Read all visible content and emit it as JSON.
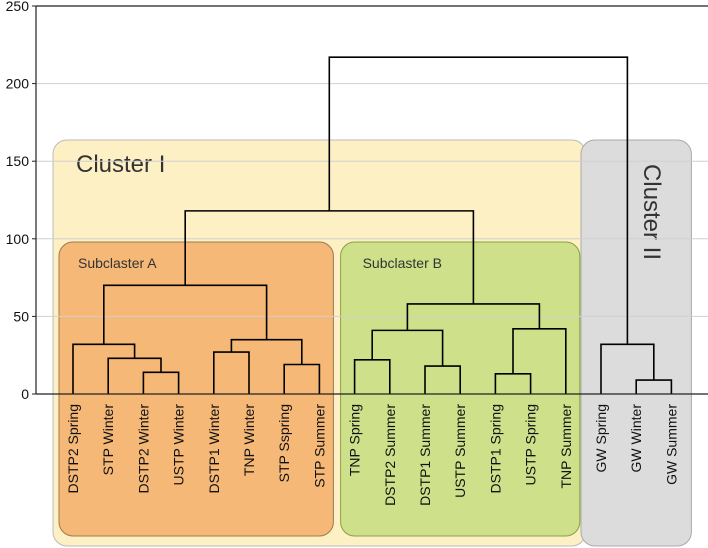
{
  "chart_data": {
    "type": "dendrogram",
    "ylim": [
      0,
      250
    ],
    "yticks": [
      0,
      50,
      100,
      150,
      200,
      250
    ],
    "grid": true,
    "leaves": [
      "DSTP2 Spring",
      "STP Winter",
      "DSTP2 Winter",
      "USTP Winter",
      "DSTP1 Winter",
      "TNP Winter",
      "STP Sspring",
      "STP Summer",
      "TNP Spring",
      "DSTP2 Summer",
      "DSTP1 Summer",
      "USTP Summer",
      "DSTP1 Spring",
      "USTP Spring",
      "TNP Summer",
      "GW Spring",
      "GW Winter",
      "GW Summer"
    ],
    "merges": [
      {
        "id": "m1",
        "left": "L2",
        "right": "L3",
        "height": 14
      },
      {
        "id": "m2",
        "left": "L1",
        "right": "m1",
        "height": 23
      },
      {
        "id": "m3",
        "left": "L0",
        "right": "m2",
        "height": 32
      },
      {
        "id": "m4",
        "left": "L4",
        "right": "L5",
        "height": 27
      },
      {
        "id": "m5",
        "left": "L6",
        "right": "L7",
        "height": 19
      },
      {
        "id": "m6",
        "left": "m4",
        "right": "m5",
        "height": 35
      },
      {
        "id": "m7",
        "left": "m3",
        "right": "m6",
        "height": 70
      },
      {
        "id": "m8",
        "left": "L8",
        "right": "L9",
        "height": 22
      },
      {
        "id": "m9",
        "left": "L10",
        "right": "L11",
        "height": 18
      },
      {
        "id": "m10",
        "left": "m8",
        "right": "m9",
        "height": 41
      },
      {
        "id": "m11",
        "left": "L12",
        "right": "L13",
        "height": 13
      },
      {
        "id": "m12",
        "left": "m11",
        "right": "L14",
        "height": 42
      },
      {
        "id": "m13",
        "left": "m10",
        "right": "m12",
        "height": 58
      },
      {
        "id": "m14",
        "left": "m7",
        "right": "m13",
        "height": 118
      },
      {
        "id": "m15",
        "left": "L16",
        "right": "L17",
        "height": 9
      },
      {
        "id": "m16",
        "left": "L15",
        "right": "m15",
        "height": 32
      },
      {
        "id": "m17",
        "left": "m14",
        "right": "m16",
        "height": 217
      }
    ],
    "regions": [
      {
        "label": "Cluster I",
        "first_leaf": 0,
        "last_leaf": 14,
        "color": "#fdf0c4",
        "stroke": "#bbbbbb",
        "vertical": false
      },
      {
        "label": "Cluster II",
        "first_leaf": 15,
        "last_leaf": 17,
        "color": "#dcdcdc",
        "stroke": "#aaaaaa",
        "vertical": true
      },
      {
        "label": "Subclaster A",
        "first_leaf": 0,
        "last_leaf": 7,
        "color": "#f5b877",
        "stroke": "#a07850",
        "vertical": false
      },
      {
        "label": "Subclaster B",
        "first_leaf": 8,
        "last_leaf": 14,
        "color": "#cfe08a",
        "stroke": "#8aa048",
        "vertical": false
      }
    ]
  }
}
